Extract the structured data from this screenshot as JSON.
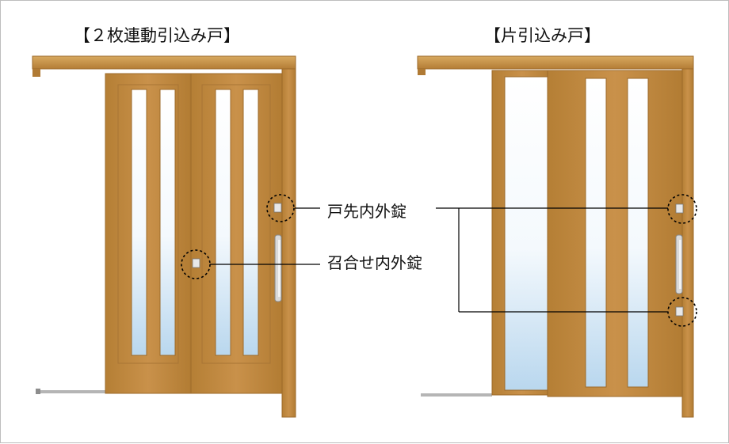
{
  "titles": {
    "left": "【２枚連動引込み戸】",
    "right": "【片引込み戸】"
  },
  "callouts": {
    "door_edge_lock": "戸先内外錠",
    "meeting_lock": "召合せ内外錠"
  },
  "colors": {
    "wood": "#c08a3e",
    "wood_dark": "#9c6a2a",
    "wood_light": "#d6a45a",
    "glass_top": "#ffffff",
    "glass_bottom": "#bcd9ef",
    "rail": "#b5b5b5",
    "line": "#000000"
  }
}
